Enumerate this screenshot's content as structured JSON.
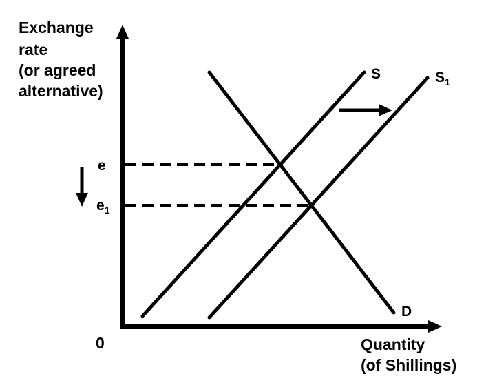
{
  "y_axis_label": [
    "Exchange",
    "rate",
    "(or agreed",
    "alternative)"
  ],
  "x_axis_label": [
    "Quantity",
    "(of Shillings)"
  ],
  "origin_label": "0",
  "price_levels": [
    {
      "main": "e",
      "sub": ""
    },
    {
      "main": "e",
      "sub": "1"
    }
  ],
  "curves": {
    "supply_original": {
      "main": "S",
      "sub": ""
    },
    "supply_shifted": {
      "main": "S",
      "sub": "1"
    },
    "demand": {
      "main": "D",
      "sub": ""
    }
  },
  "colors": {
    "ink": "#000000",
    "background": "#ffffff"
  }
}
